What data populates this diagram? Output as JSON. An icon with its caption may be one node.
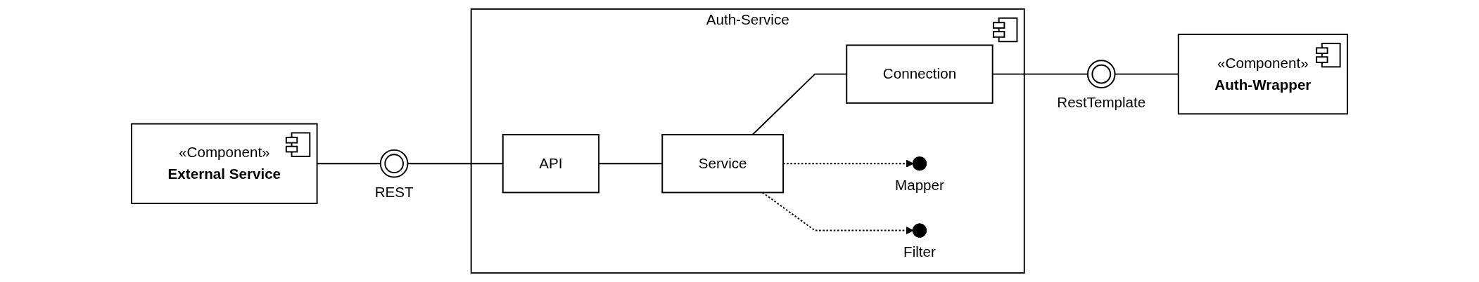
{
  "diagram": {
    "nodes": [
      {
        "text": [
          "«Component»",
          "External Service"
        ]
      },
      {
        "text": [],
        "shape": "circle",
        "beside": [
          "REST"
        ]
      },
      {
        "text": [
          "Auth-Service"
        ]
      },
      {
        "text": [
          "API"
        ],
        "in": 2
      },
      {
        "text": [
          "Service"
        ],
        "in": 2
      },
      {
        "text": [
          "Connection"
        ],
        "in": 2
      },
      {
        "text": [],
        "shape": "ellipse",
        "in": 2,
        "beside": [
          "Mapper"
        ]
      },
      {
        "text": [],
        "shape": "ellipse",
        "in": 2,
        "beside": [
          "Filter"
        ]
      },
      {
        "text": [],
        "shape": "circle",
        "beside": [
          "RestTemplate"
        ]
      },
      {
        "text": [
          "«Component»",
          "Auth-Wrapper"
        ]
      }
    ],
    "edges": [
      {
        "from": 0,
        "to": 1,
        "arrow": "none"
      },
      {
        "from": 1,
        "to": 3,
        "arrow": "none"
      },
      {
        "from": 3,
        "to": 4,
        "arrow": "none"
      },
      {
        "from": 4,
        "to": 5,
        "arrow": "none"
      },
      {
        "from": 5,
        "to": 8,
        "arrow": "none"
      },
      {
        "from": 8,
        "to": 9,
        "arrow": "none"
      },
      {
        "from": 4,
        "to": 6,
        "arrow": "to",
        "style": "dashed"
      },
      {
        "from": 4,
        "to": 7,
        "arrow": "to",
        "style": "dashed"
      }
    ]
  }
}
